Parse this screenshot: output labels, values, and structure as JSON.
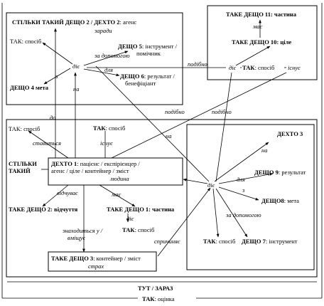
{
  "top_left": {
    "title_part1": "СТІЛЬКИ ТАКИЙ  ДЕЩО 2 / ДЕХТО 2",
    "title_part2": ": агенс",
    "subtitle": "заради",
    "sposib": "ТАК: спосіб",
    "meta": "ДЕЩО 4 мета",
    "die": "діє",
    "z": "з",
    "na": "на",
    "za_dopomohoiu": "за допомогою",
    "deshcho5_bold": "ДЕЩО 5",
    "deshcho5_rest": ": інструмент /",
    "pomichnyk": "помічник",
    "dlia": "для",
    "deshcho6_bold": "ДЕЩО 6",
    "deshcho6_rest": ": результат /",
    "benefitsiant": "бенефіціант"
  },
  "top_right": {
    "title": "ТАКЕ  ДЕЩО 11: частина",
    "maie": "має",
    "deshcho10": "ТАКЕ  ДЕЩО 10: ціле",
    "sposib_bold": "ТАК",
    "sposib_rest": ": спосіб",
    "die": "діє",
    "isnuie": "існує"
  },
  "connectors": {
    "podibno_top": "подібно",
    "podibno_left": "подібно",
    "podibno_right": "подібно",
    "do": "до",
    "na_left": "на",
    "na_mid": "на"
  },
  "bottom": {
    "sposib_left": "ТАК: спосіб",
    "stavytsia": "ставиться",
    "sposib_top_bold": "ТАК",
    "sposib_top_rest": ": спосіб",
    "isnuie": "існує",
    "stilky_line1": "СТІЛЬКИ",
    "stilky_line2": "ТАКИЙ",
    "dekhto1_line1_bold": "ДЕХТО 1",
    "dekhto1_line1_rest": ": пацієнс / експірієнцер /",
    "dekhto1_line2": "агенс / ціле / контейнер / зміст",
    "dekhto1_line3": "людина",
    "vidchuvaie": "відчуває",
    "maie": "має",
    "vidchuttia": "ТАКЕ  ДЕЩО 2: відчуття",
    "chastyna": "ТАКЕ  ДЕЩО 1: частина",
    "die_mid": "діє",
    "sposib_mid_bold": "ТАК",
    "sposib_mid_rest": ": спосіб",
    "znakhodytsia": "знаходиться у /",
    "vmishchuie": "вміщує",
    "sprychyniaie": "спричиняє",
    "deshcho3_bold": "ТАКЕ  ДЕЩО 3",
    "deshcho3_rest": ": контейнер / зміст",
    "strakh": "страх"
  },
  "inner_right": {
    "dekhto3": "ДЕХТО 3",
    "na": "на",
    "deshcho9_bold": "ДЕЩО 9",
    "deshcho9_rest": ": результат",
    "dlia": "для",
    "z": "з",
    "deshcho8_bold": "ДЕЩО8",
    "deshcho8_rest": ": мета",
    "die": "діє",
    "za_dopomohoiu": "за допомогою",
    "sposib_bold": "ТАК",
    "sposib_rest": ": спосіб",
    "deshcho7_bold": "ДЕЩО 7",
    "deshcho7_rest": ": інструмент"
  },
  "frame": {
    "tut_zaraz": "ТУТ / ЗАРАЗ",
    "otsinka_bold": "ТАК",
    "otsinka_rest": ": оцінка"
  }
}
